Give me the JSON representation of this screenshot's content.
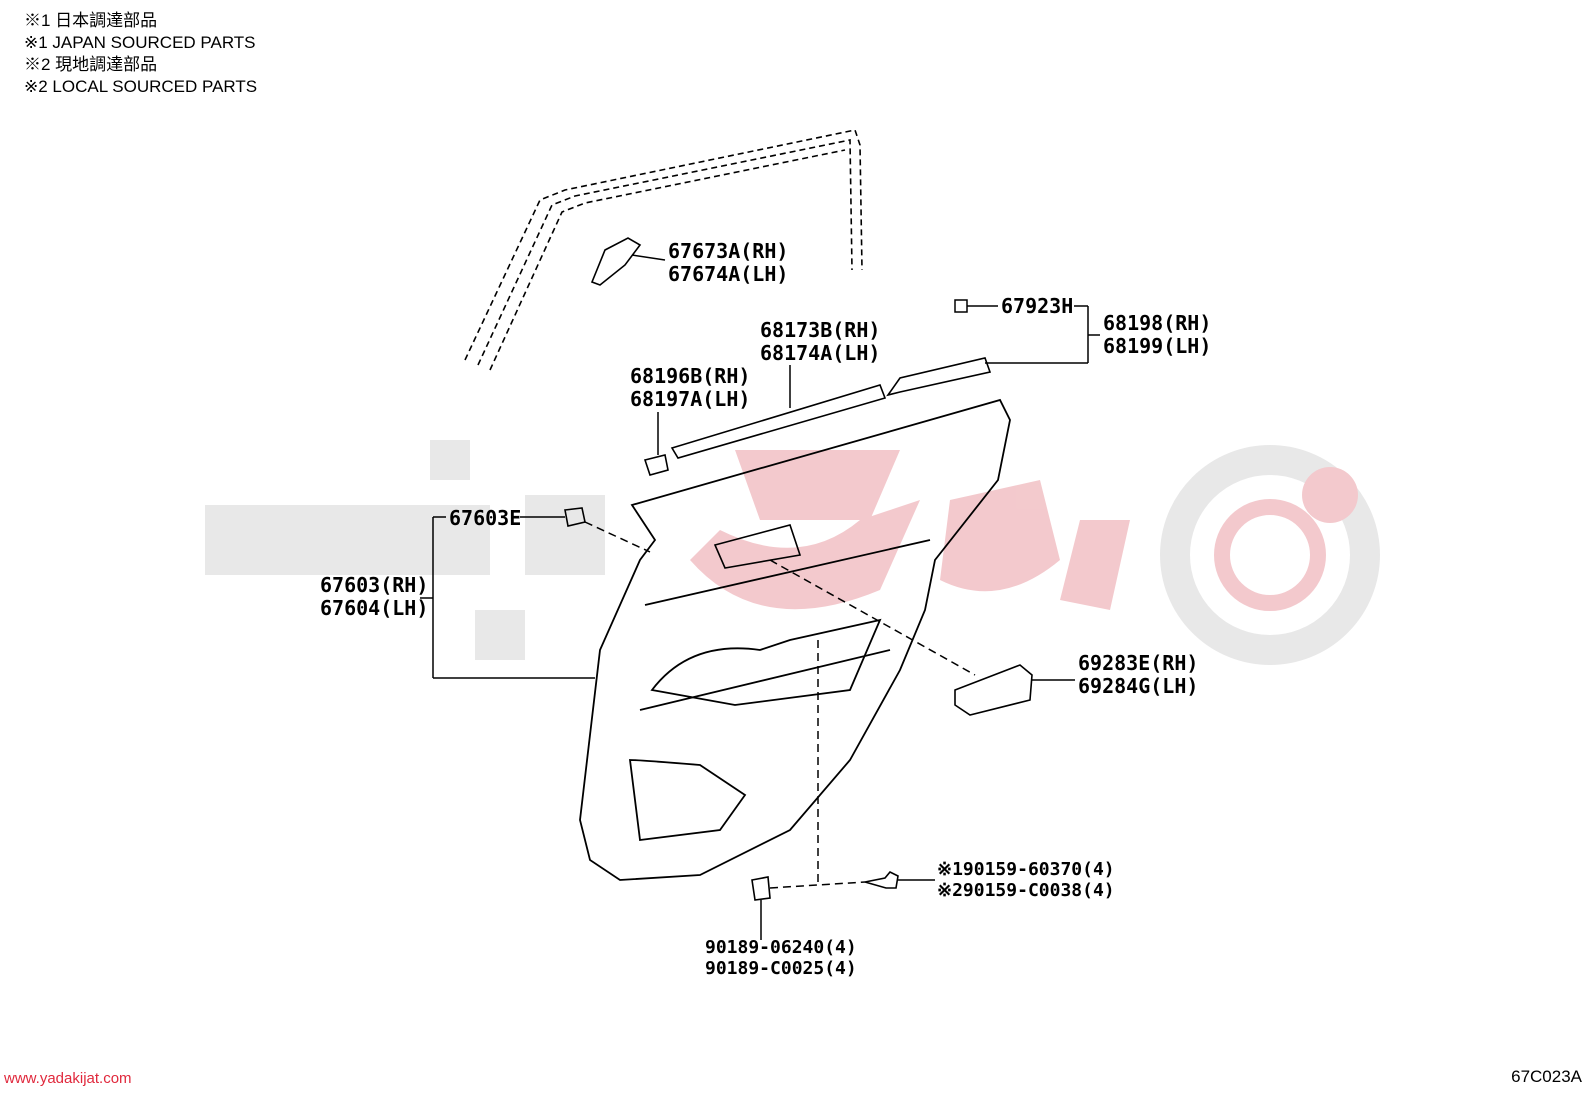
{
  "notes": [
    "※1 日本調達部品",
    "※1 JAPAN SOURCED PARTS",
    "※2 現地調達部品",
    "※2 LOCAL SOURCED PARTS"
  ],
  "parts": {
    "p67673A": "67673A(RH)",
    "p67674A": "67674A(LH)",
    "p67923H": "67923H",
    "p68198": "68198(RH)",
    "p68199": "68199(LH)",
    "p68173B": "68173B(RH)",
    "p68174A": "68174A(LH)",
    "p68196B": "68196B(RH)",
    "p68197A": "68197A(LH)",
    "p67603E": "67603E",
    "p67603": "67603(RH)",
    "p67604": "67604(LH)",
    "p69283E": "69283E(RH)",
    "p69284G": "69284G(LH)",
    "p90159_60370": "※190159-60370(4)",
    "p90159_C0038": "※290159-C0038(4)",
    "p90189_06240": "90189-06240(4)",
    "p90189_C0025": "90189-C0025(4)"
  },
  "footer": {
    "website": "www.yadakijat.com",
    "diagram_code": "67C023A"
  },
  "colors": {
    "watermark": "#f2c4c8",
    "watermark_gray": "#e6e6e6",
    "footer_link": "#e0283c"
  }
}
